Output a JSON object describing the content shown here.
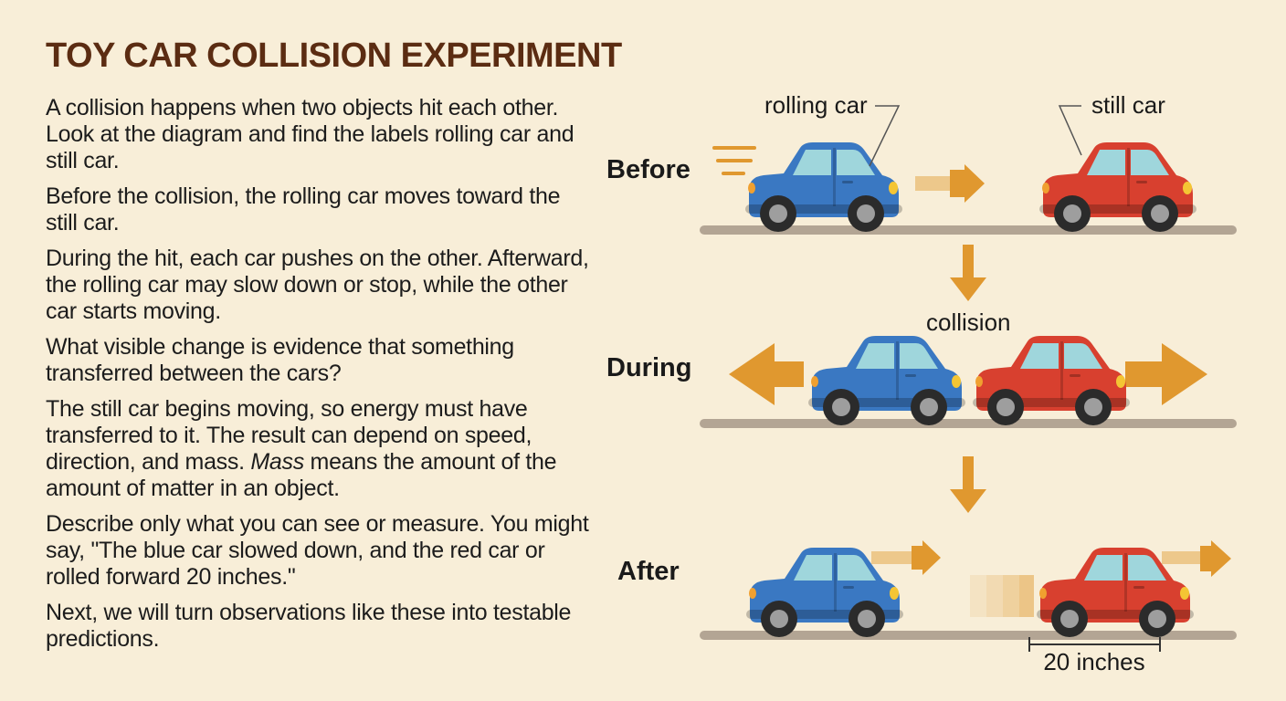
{
  "title": "TOY CAR COLLISION EXPERIMENT",
  "paragraphs": {
    "p1": "A collision happens when two objects hit each other. Look at the diagram and find the labels rolling car and still car.",
    "p2": "Before the collision, the rolling car moves toward the still car.",
    "p3": "During the hit, each car pushes on the other. Afterward, the rolling car may slow down or stop, while the other car starts moving.",
    "p4": "What visible change is evidence that something transferred between the cars?",
    "p5_start": "The still car begins moving, so energy must have transferred to it. The result can depend on speed, direction, and mass. ",
    "p5_term": "Mass",
    "p5_end": " means the amount of the amount of matter in an object.",
    "p6": "Describe only what you can see or measure. You might say, \"The blue car slowed down, and the red car or rolled forward 20 inches.\"",
    "p7": "Next, we will turn observations like these into testable predictions."
  },
  "diagram": {
    "stages": {
      "before": "Before",
      "during": "During",
      "after": "After"
    },
    "labels": {
      "rolling_car": "rolling car",
      "still_car": "still car",
      "collision": "collision",
      "distance": "20 inches"
    },
    "colors": {
      "blue_car": "#3a78c2",
      "red_car": "#d8402f",
      "arrow": "#e0982f",
      "ground": "#b3a594"
    }
  }
}
